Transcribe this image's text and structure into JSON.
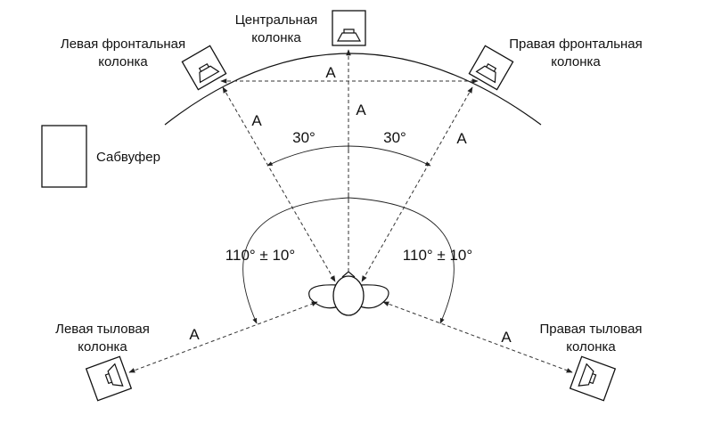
{
  "speakers": {
    "center": {
      "line1": "Центральная",
      "line2": "колонка"
    },
    "front_left": {
      "line1": "Левая фронтальная",
      "line2": "колонка"
    },
    "front_right": {
      "line1": "Правая фронтальная",
      "line2": "колонка"
    },
    "rear_left": {
      "line1": "Левая тыловая",
      "line2": "колонка"
    },
    "rear_right": {
      "line1": "Правая тыловая",
      "line2": "колонка"
    },
    "subwoofer": "Сабвуфер"
  },
  "distance_label": "A",
  "angles": {
    "front_left": "30°",
    "front_right": "30°",
    "rear_left": "110° ± 10°",
    "rear_right": "110° ± 10°"
  }
}
